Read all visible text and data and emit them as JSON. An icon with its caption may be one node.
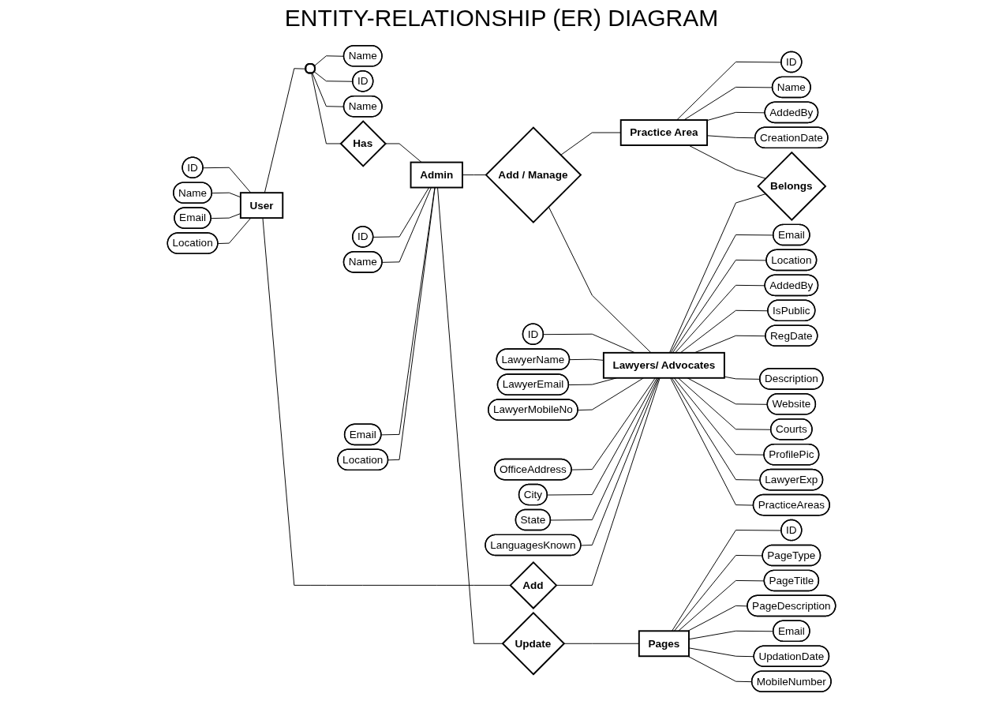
{
  "diagram": {
    "title": "ENTITY-RELATIONSHIP (ER) DIAGRAM",
    "nodes": [
      {
        "text": [
          "User"
        ]
      },
      {
        "text": [
          "ID"
        ]
      },
      {
        "text": [
          "Name"
        ]
      },
      {
        "text": [
          "Email"
        ]
      },
      {
        "text": [
          "Location"
        ]
      },
      {
        "text": [],
        "shape": "box"
      },
      {
        "text": [
          "Name"
        ]
      },
      {
        "text": [
          "ID"
        ]
      },
      {
        "text": [
          "Name"
        ]
      },
      {
        "text": [
          "Has"
        ]
      },
      {
        "text": [
          "Admin"
        ]
      },
      {
        "text": [
          "ID"
        ]
      },
      {
        "text": [
          "Name"
        ]
      },
      {
        "text": [
          "Email"
        ]
      },
      {
        "text": [
          "Location"
        ]
      },
      {
        "text": [
          "Add / Manage"
        ]
      },
      {
        "text": [
          "Practice Area"
        ]
      },
      {
        "text": [
          "ID"
        ]
      },
      {
        "text": [
          "Name"
        ]
      },
      {
        "text": [
          "AddedBy"
        ]
      },
      {
        "text": [
          "CreationDate"
        ]
      },
      {
        "text": [
          "Belongs"
        ]
      },
      {
        "text": [
          "Lawyers/ Advocates"
        ]
      },
      {
        "text": [
          "ID"
        ]
      },
      {
        "text": [
          "LawyerName"
        ]
      },
      {
        "text": [
          "LawyerEmail"
        ]
      },
      {
        "text": [
          "LawyerMobileNo"
        ]
      },
      {
        "text": [
          "OfficeAddress"
        ]
      },
      {
        "text": [
          "City"
        ]
      },
      {
        "text": [
          "State"
        ]
      },
      {
        "text": [
          "LanguagesKnown"
        ]
      },
      {
        "text": [
          "Email"
        ]
      },
      {
        "text": [
          "Location"
        ]
      },
      {
        "text": [
          "AddedBy"
        ]
      },
      {
        "text": [
          "IsPublic"
        ]
      },
      {
        "text": [
          "RegDate"
        ]
      },
      {
        "text": [
          "Description"
        ]
      },
      {
        "text": [
          "Website"
        ]
      },
      {
        "text": [
          "Courts"
        ]
      },
      {
        "text": [
          "ProfilePic"
        ]
      },
      {
        "text": [
          "LawyerExp"
        ]
      },
      {
        "text": [
          "PracticeAreas"
        ]
      },
      {
        "text": [
          "Update"
        ]
      },
      {
        "text": [
          "Pages"
        ]
      },
      {
        "text": [
          "ID"
        ]
      },
      {
        "text": [
          "PageType"
        ]
      },
      {
        "text": [
          "PageTitle"
        ]
      },
      {
        "text": [
          "PageDescription"
        ]
      },
      {
        "text": [
          "Email"
        ]
      },
      {
        "text": [
          "UpdationDate"
        ]
      },
      {
        "text": [
          "MobileNumber"
        ]
      },
      {
        "text": [
          "Add"
        ]
      }
    ],
    "edges": [
      {
        "from": 1,
        "to": 0,
        "arrow": "none"
      },
      {
        "from": 2,
        "to": 0,
        "arrow": "none"
      },
      {
        "from": 3,
        "to": 0,
        "arrow": "none"
      },
      {
        "from": 4,
        "to": 0,
        "arrow": "none"
      },
      {
        "from": 0,
        "to": 5,
        "arrow": "none"
      },
      {
        "from": 5,
        "to": 6,
        "arrow": "none"
      },
      {
        "from": 5,
        "to": 7,
        "arrow": "none"
      },
      {
        "from": 5,
        "to": 8,
        "arrow": "none"
      },
      {
        "from": 5,
        "to": 9,
        "arrow": "none"
      },
      {
        "from": 9,
        "to": 10,
        "arrow": "none"
      },
      {
        "from": 11,
        "to": 10,
        "arrow": "none"
      },
      {
        "from": 12,
        "to": 10,
        "arrow": "none"
      },
      {
        "from": 13,
        "to": 10,
        "arrow": "none"
      },
      {
        "from": 14,
        "to": 10,
        "arrow": "none"
      },
      {
        "from": 10,
        "to": 15,
        "arrow": "none"
      },
      {
        "from": 15,
        "to": 16,
        "arrow": "none"
      },
      {
        "from": 16,
        "to": 17,
        "arrow": "none"
      },
      {
        "from": 16,
        "to": 18,
        "arrow": "none"
      },
      {
        "from": 16,
        "to": 19,
        "arrow": "none"
      },
      {
        "from": 16,
        "to": 20,
        "arrow": "none"
      },
      {
        "from": 16,
        "to": 21,
        "arrow": "none"
      },
      {
        "from": 15,
        "to": 22,
        "arrow": "none"
      },
      {
        "from": 22,
        "to": 21,
        "arrow": "none"
      },
      {
        "from": 23,
        "to": 22,
        "arrow": "none"
      },
      {
        "from": 24,
        "to": 22,
        "arrow": "none"
      },
      {
        "from": 25,
        "to": 22,
        "arrow": "none"
      },
      {
        "from": 26,
        "to": 22,
        "arrow": "none"
      },
      {
        "from": 27,
        "to": 22,
        "arrow": "none"
      },
      {
        "from": 28,
        "to": 22,
        "arrow": "none"
      },
      {
        "from": 29,
        "to": 22,
        "arrow": "none"
      },
      {
        "from": 30,
        "to": 22,
        "arrow": "none"
      },
      {
        "from": 22,
        "to": 31,
        "arrow": "none"
      },
      {
        "from": 22,
        "to": 32,
        "arrow": "none"
      },
      {
        "from": 22,
        "to": 33,
        "arrow": "none"
      },
      {
        "from": 22,
        "to": 34,
        "arrow": "none"
      },
      {
        "from": 22,
        "to": 35,
        "arrow": "none"
      },
      {
        "from": 22,
        "to": 36,
        "arrow": "none"
      },
      {
        "from": 22,
        "to": 37,
        "arrow": "none"
      },
      {
        "from": 22,
        "to": 38,
        "arrow": "none"
      },
      {
        "from": 22,
        "to": 39,
        "arrow": "none"
      },
      {
        "from": 22,
        "to": 40,
        "arrow": "none"
      },
      {
        "from": 22,
        "to": 41,
        "arrow": "none"
      },
      {
        "from": 10,
        "to": 42,
        "arrow": "none"
      },
      {
        "from": 42,
        "to": 43,
        "arrow": "none"
      },
      {
        "from": 43,
        "to": 44,
        "arrow": "none"
      },
      {
        "from": 43,
        "to": 45,
        "arrow": "none"
      },
      {
        "from": 43,
        "to": 46,
        "arrow": "none"
      },
      {
        "from": 43,
        "to": 47,
        "arrow": "none"
      },
      {
        "from": 43,
        "to": 48,
        "arrow": "none"
      },
      {
        "from": 43,
        "to": 49,
        "arrow": "none"
      },
      {
        "from": 43,
        "to": 50,
        "arrow": "none"
      },
      {
        "from": 0,
        "to": 51,
        "arrow": "none"
      },
      {
        "from": 51,
        "to": 22,
        "arrow": "none"
      }
    ]
  }
}
